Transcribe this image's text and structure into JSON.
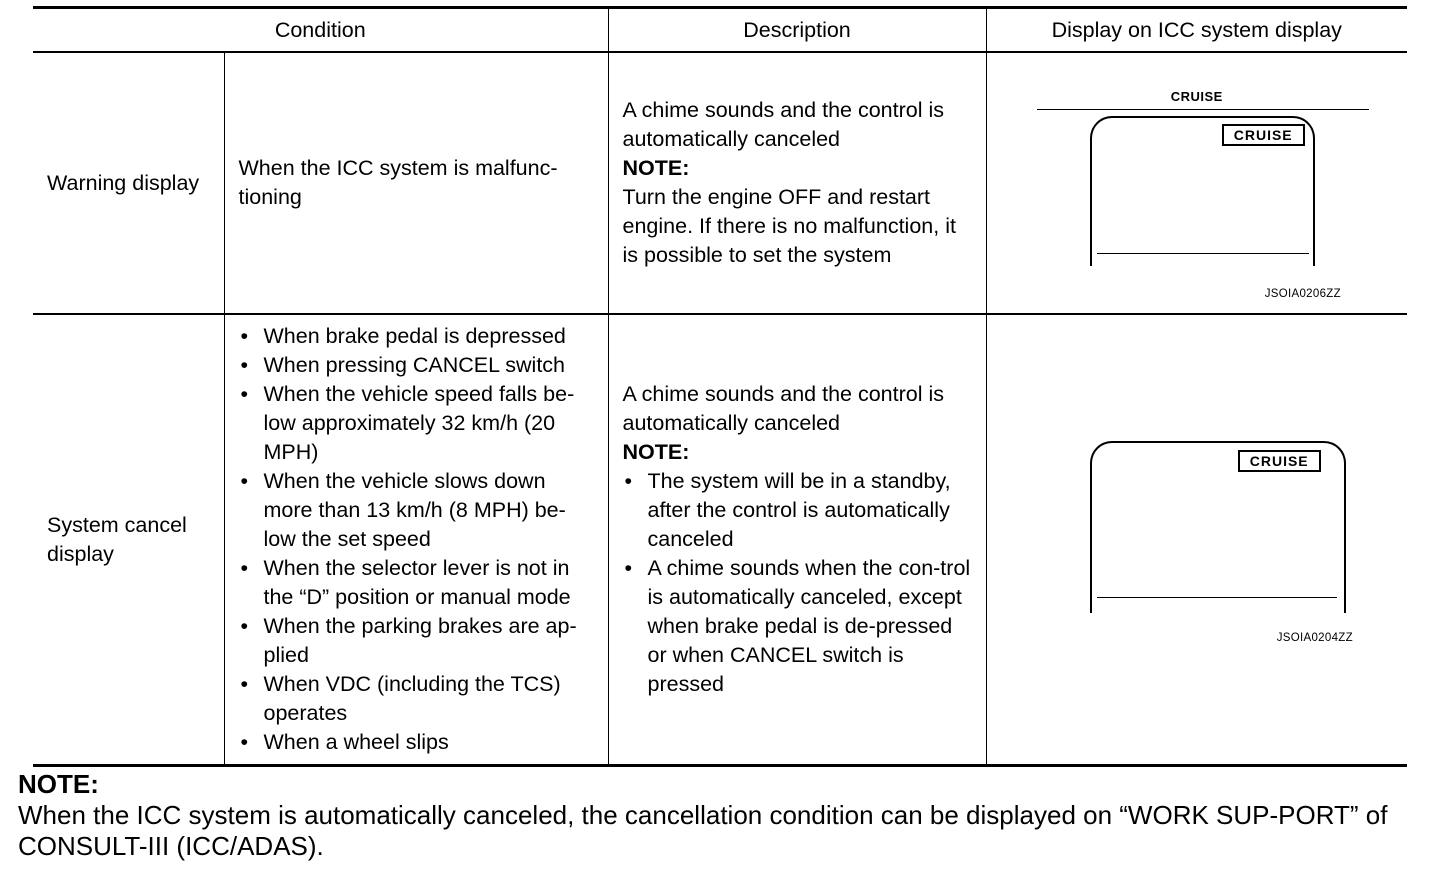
{
  "table": {
    "headers": [
      "Condition",
      "Description",
      "Display on ICC system display"
    ],
    "rows": [
      {
        "label": "Warning display",
        "condition": "When the ICC system is malfunc-tioning",
        "description": {
          "intro": "A chime sounds and the control is automatically canceled",
          "note_label": "NOTE:",
          "note_text": "Turn the engine OFF and restart engine. If there is no malfunction, it is possible to set the system"
        },
        "figure": {
          "top_label": "CRUISE",
          "badge": "CRUISE",
          "code": "JSOIA0206ZZ"
        }
      },
      {
        "label": "System cancel display",
        "conditions": [
          "When brake pedal is depressed",
          "When pressing CANCEL switch",
          "When the vehicle speed falls be-low approximately 32 km/h (20 MPH)",
          "When the vehicle slows down more than 13 km/h (8 MPH) be-low the set speed",
          "When the selector lever is not in the “D” position or manual mode",
          "When the parking brakes are ap-plied",
          "When VDC (including the TCS) operates",
          "When a wheel slips"
        ],
        "description": {
          "intro": "A chime sounds and the control is automatically canceled",
          "note_label": "NOTE:",
          "notes": [
            "The system will be in a standby, after the control is automatically canceled",
            "A chime sounds when the con-trol is automatically canceled, except when brake pedal is de-pressed or when CANCEL switch is pressed"
          ]
        },
        "figure": {
          "badge": "CRUISE",
          "code": "JSOIA0204ZZ"
        }
      }
    ]
  },
  "bottom_note": {
    "label": "NOTE:",
    "text": "When the ICC system is automatically canceled, the cancellation condition can be displayed on “WORK SUP-PORT” of CONSULT-III (ICC/ADAS)."
  }
}
